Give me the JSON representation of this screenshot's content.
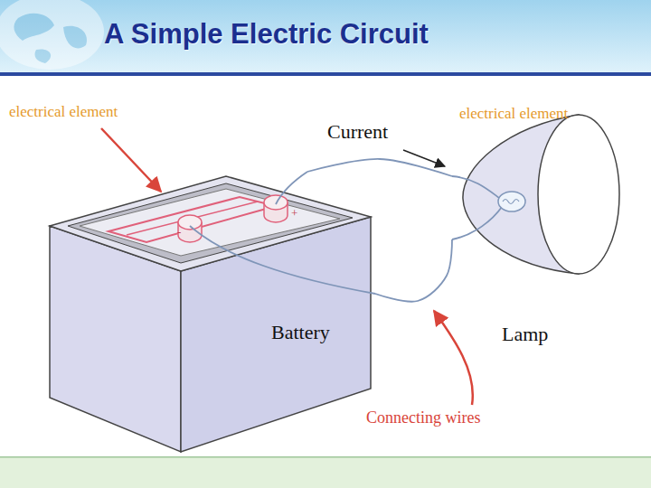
{
  "diagram": {
    "title": "A Simple Electric Circuit",
    "nodes": [
      {
        "text": [
          "Battery"
        ]
      },
      {
        "text": [
          "Lamp"
        ]
      }
    ],
    "edges": [
      {
        "from": 0,
        "to": 1,
        "arrow": "none"
      },
      {
        "from": 0,
        "to": 1,
        "arrow": "none"
      }
    ],
    "labels": [
      "electrical element",
      "Current",
      "electrical element",
      "-",
      "+",
      "Connecting wires"
    ]
  }
}
